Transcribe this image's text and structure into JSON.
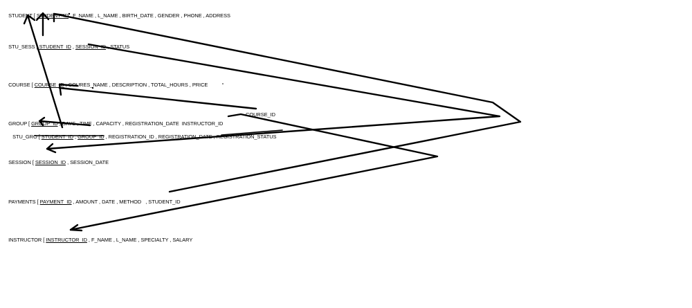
{
  "relations": [
    {
      "name": "STUDENT",
      "pk": [
        "STUDENT_ID"
      ],
      "attrs": "F_NAME , L_NAME , BIRTH_DATE , GENDER , PHONE , ADDRESS"
    },
    {
      "name": "STU_SESS",
      "pk": [
        "STUDENT_ID",
        "SESSION_ID"
      ],
      "attrs": "STATUS"
    },
    {
      "name": "COURSE",
      "pk": [
        "COURSE_ID"
      ],
      "attrs": "COURES_NAME , DESCRIPTION , TOTAL_HOURS , PRICE"
    },
    {
      "name": "GROUP",
      "pk": [
        "GROUP_ID"
      ],
      "attrs": "DAYS , TIME , CAPACITY , REGISTRATION_DATE  INSTRUCTOR_ID",
      "extra": "COURSE_ID"
    },
    {
      "name": "STU_GRO",
      "pk": [
        "STUDENT_ID",
        "GROUP_ID"
      ],
      "attrs": "REGISTRATION_ID , REGISTRATION_DATE , REGISTRATION_STATUS"
    },
    {
      "name": "SESSION",
      "pk": [
        "SESSION_ID"
      ],
      "attrs": "SESSION_DATE"
    },
    {
      "name": "PAYMENTS",
      "pk": [
        "PAYMENT_ID"
      ],
      "attrs": "AMOUNT , DATE , METHOD   , STUDENT_ID"
    },
    {
      "name": "INSTRUCTOR",
      "pk": [
        "INSTRUCTOR_ID"
      ],
      "attrs": "F_NAME , L_NAME , SPECIALTY , SALARY"
    }
  ],
  "sep": " [ ",
  "comma": " , "
}
